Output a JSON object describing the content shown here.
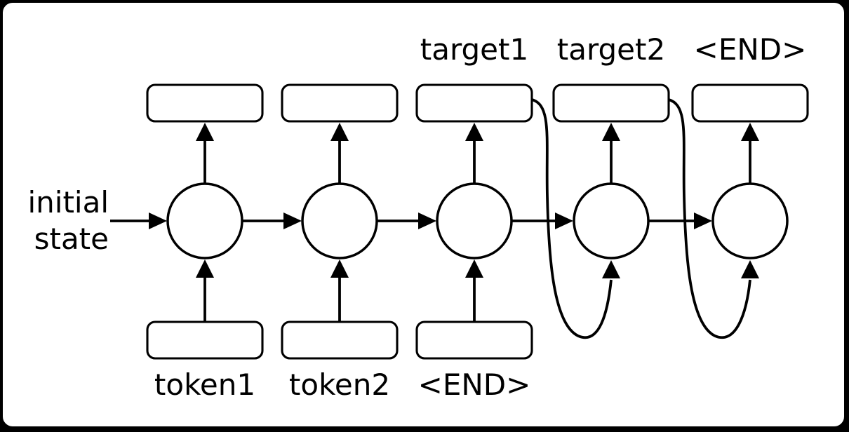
{
  "diagram": {
    "type": "recurrent-sequence-to-sequence-network",
    "initial_state_label": [
      "initial",
      "state"
    ],
    "colors": {
      "line": "#000000",
      "node_fill": "#ffffff",
      "panel_background": "#ffffff",
      "outer_background": "#000000"
    },
    "columns": [
      {
        "top_label": "",
        "bottom_label": "token1",
        "has_bottom_box": true,
        "has_top_box": true,
        "input_source": "bottom-box"
      },
      {
        "top_label": "",
        "bottom_label": "token2",
        "has_bottom_box": true,
        "has_top_box": true,
        "input_source": "bottom-box"
      },
      {
        "top_label": "target1",
        "bottom_label": "<END>",
        "has_bottom_box": true,
        "has_top_box": true,
        "input_source": "bottom-box"
      },
      {
        "top_label": "target2",
        "bottom_label": "",
        "has_bottom_box": false,
        "has_top_box": true,
        "input_source": "previous-output-feedback"
      },
      {
        "top_label": "<END>",
        "bottom_label": "",
        "has_bottom_box": false,
        "has_top_box": true,
        "input_source": "previous-output-feedback"
      }
    ]
  }
}
